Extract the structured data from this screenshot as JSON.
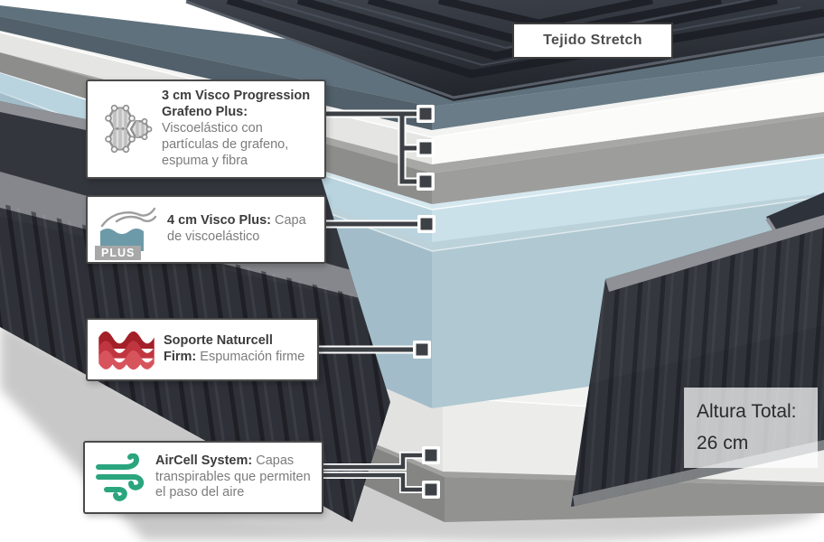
{
  "diagram": {
    "top_label": "Tejido Stretch",
    "height_label": {
      "title": "Altura Total:",
      "value": "26 cm"
    },
    "callouts": [
      {
        "icon": "graphene-molecule-icon",
        "title": "3 cm Visco Progression Grafeno Plus:",
        "description": "Viscoelástico con partículas de grafeno, espuma y fibra"
      },
      {
        "icon": "visco-hand-icon",
        "badge": "PLUS",
        "title": "4 cm Visco Plus:",
        "description": "Capa de viscoelástico"
      },
      {
        "icon": "foam-waves-icon",
        "title": "Soporte Naturcell Firm:",
        "description": "Espumación firme"
      },
      {
        "icon": "airflow-icon",
        "title": "AirCell System:",
        "description": "Capas transpirables que permiten el paso del aire"
      }
    ],
    "layers": [
      {
        "name": "tejido-stretch-quilted-top",
        "color": "#31353c"
      },
      {
        "name": "grafeno-slate-layer",
        "color": "#60727d"
      },
      {
        "name": "grafeno-white-layer",
        "color": "#f2f2f1"
      },
      {
        "name": "grafeno-gray-layer",
        "color": "#a3a3a1"
      },
      {
        "name": "visco-plus-blue-layer",
        "color": "#cbe1ea"
      },
      {
        "name": "naturcell-core-layer",
        "color": "#a9c3cd"
      },
      {
        "name": "aircell-white-layer",
        "color": "#efefee"
      },
      {
        "name": "aircell-gray-base-layer",
        "color": "#939391"
      }
    ],
    "accent_colors": {
      "connector": "#3d4146",
      "wind_green": "#2aa57d",
      "wave_red": "#c0353f",
      "visco_teal": "#6d9aa8",
      "side_fabric": "#34373e",
      "shadow": "#c7c7c7"
    }
  }
}
